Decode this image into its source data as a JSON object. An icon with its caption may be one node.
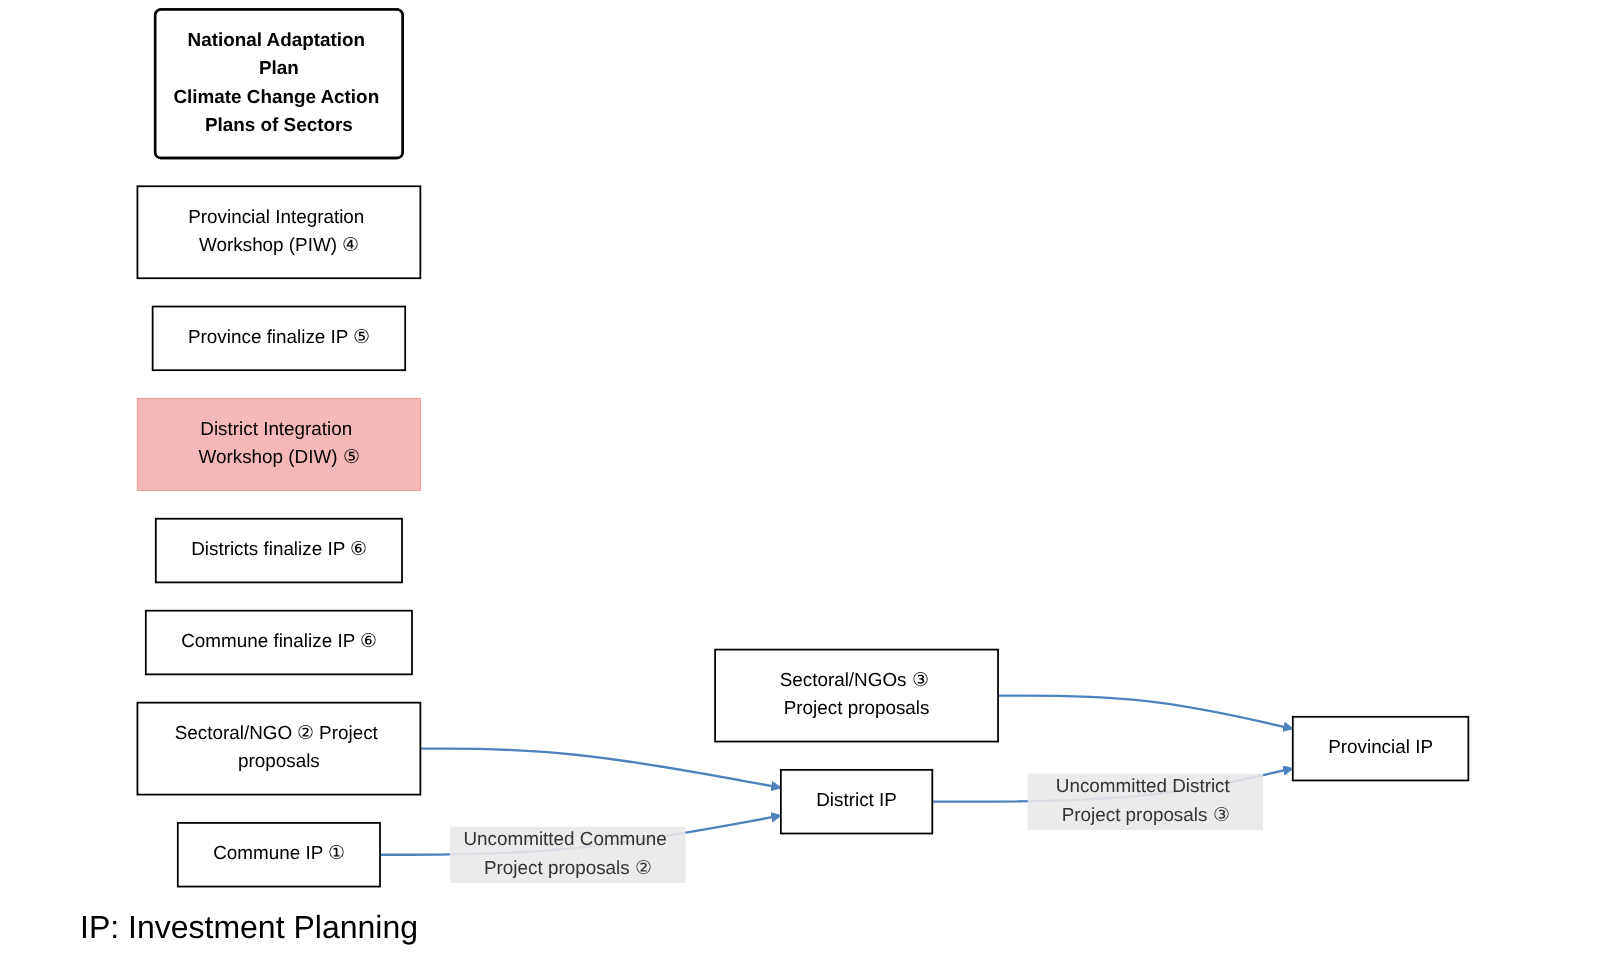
{
  "diagram": {
    "nodes": [
      {
        "text": [
          "National Adaptation Plan",
          "Climate Change Action Plans of Sectors"
        ]
      },
      {
        "text": [
          "Sectoral/NGOs ③ Project proposals"
        ]
      },
      {
        "text": [
          "Provincial IP"
        ]
      },
      {
        "text": [
          "Provincial Integration Workshop (PIW) ④"
        ]
      },
      {
        "text": [
          "Province finalize IP ⑤"
        ]
      },
      {
        "text": [
          "Sectoral/NGO ② Project proposals"
        ]
      },
      {
        "text": [
          "District IP"
        ]
      },
      {
        "text": [
          "District Integration Workshop (DIW) ⑤"
        ]
      },
      {
        "text": [
          "Districts finalize IP ⑥"
        ]
      },
      {
        "text": [
          "Commune IP ①"
        ]
      },
      {
        "text": [
          "Commune finalize IP ⑥"
        ]
      }
    ],
    "edges": [
      {
        "from": 1,
        "to": 2,
        "arrow": "to"
      },
      {
        "from": 6,
        "to": 2,
        "arrow": "to",
        "label": "Uncommitted District Project proposals ③"
      },
      {
        "from": 5,
        "to": 6,
        "arrow": "to"
      },
      {
        "from": 9,
        "to": 6,
        "arrow": "to",
        "label": "Uncommitted Commune Project proposals ②"
      }
    ],
    "labels": [
      "IP: Investment Planning"
    ]
  }
}
